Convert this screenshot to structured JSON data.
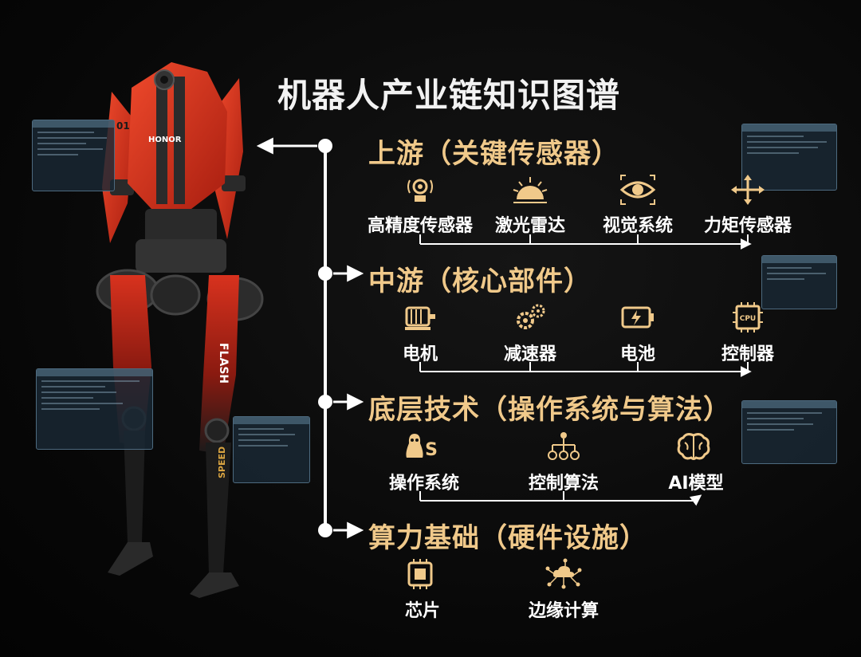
{
  "title": "机器人产业链知识图谱",
  "categories": [
    {
      "label": "上游（关键传感器）",
      "items": [
        "高精度传感器",
        "激光雷达",
        "视觉系统",
        "力矩传感器"
      ]
    },
    {
      "label": "中游（核心部件）",
      "items": [
        "电机",
        "减速器",
        "电池",
        "控制器"
      ]
    },
    {
      "label": "底层技术（操作系统与算法）",
      "items": [
        "操作系统",
        "控制算法",
        "AI模型"
      ]
    },
    {
      "label": "算力基础（硬件设施）",
      "items": [
        "芯片",
        "边缘计算"
      ]
    }
  ],
  "icons": {
    "upstream": [
      "sensor-icon",
      "lidar-icon",
      "eye-icon",
      "force-arrows-icon"
    ],
    "midstream": [
      "motor-icon",
      "gears-icon",
      "battery-icon",
      "cpu-icon"
    ],
    "tech": [
      "linux-os-icon",
      "flowchart-icon",
      "brain-icon"
    ],
    "compute": [
      "chip-icon",
      "cloud-network-icon"
    ]
  },
  "robot_texts": {
    "brand": "HONOR",
    "number": "01",
    "leg_text": "FLASH",
    "leg_text2": "SPEED"
  },
  "colors": {
    "accent": "#f0c98a",
    "background": "#070707",
    "robot": "#d8321e",
    "line": "#ffffff"
  }
}
